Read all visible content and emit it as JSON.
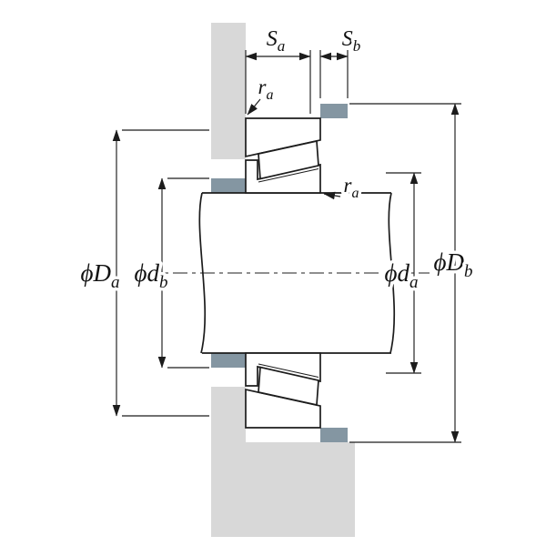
{
  "figure": {
    "type": "bearing-mounting-dimensions-diagram",
    "description": "Cross-section of a single-row tapered roller bearing mounted on a shaft with housing and shaft abutment shoulders, annotated with mounting dimensions",
    "labels": {
      "sa": {
        "main": "S",
        "sub": "a"
      },
      "sb": {
        "main": "S",
        "sub": "b"
      },
      "ra_top": {
        "main": "r",
        "sub": "a"
      },
      "ra_mid": {
        "main": "r",
        "sub": "a"
      },
      "dia_Da": {
        "main": "ϕD",
        "sub": "a"
      },
      "dia_db": {
        "main": "ϕd",
        "sub": "b"
      },
      "dia_da": {
        "main": "ϕd",
        "sub": "a"
      },
      "dia_Db": {
        "main": "ϕD",
        "sub": "b"
      }
    },
    "colors": {
      "background": "#ffffff",
      "housing_gray": "#d8d8d8",
      "shoulder_slate": "#8496a2",
      "line": "#1c1c1c"
    }
  }
}
